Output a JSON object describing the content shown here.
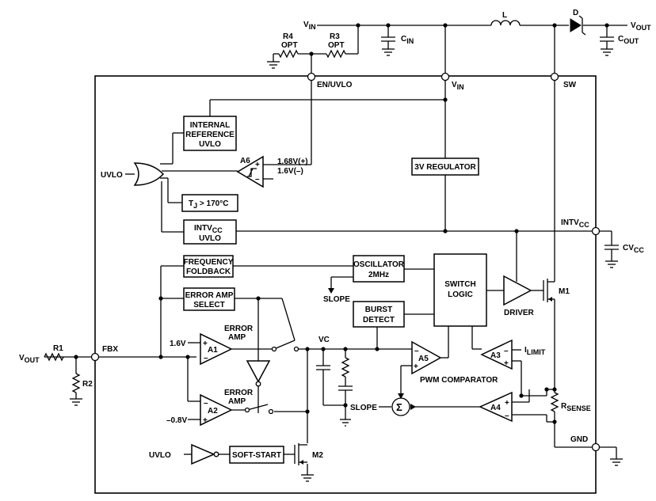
{
  "top": {
    "vin": "V",
    "vin_sub": "IN",
    "inductor": "L",
    "diode": "D",
    "vout": "V",
    "vout_sub": "OUT",
    "cin": "C",
    "cin_sub": "IN",
    "cout": "C",
    "cout_sub": "OUT",
    "r4": "R4",
    "r4_opt": "OPT",
    "r3": "R3",
    "r3_opt": "OPT"
  },
  "pins": {
    "en_uvlo": "EN/UVLO",
    "vin": "V",
    "vin_sub": "IN",
    "sw": "SW",
    "intvcc": "INTV",
    "intvcc_sub": "CC",
    "cvcc": "CV",
    "cvcc_sub": "CC",
    "fbx": "FBX",
    "gnd": "GND"
  },
  "blocks": {
    "internal_ref": [
      "INTERNAL",
      "REFERENCE",
      "UVLO"
    ],
    "tj": "T",
    "tj_sub": "J",
    "tj_rest": " > 170°C",
    "intvcc_uvlo": "INTV",
    "intvcc_uvlo_sub": "CC",
    "intvcc_uvlo_line2": "UVLO",
    "regulator": "3V REGULATOR",
    "freq_foldback": [
      "FREQUENCY",
      "FOLDBACK"
    ],
    "error_amp_select": [
      "ERROR AMP",
      "SELECT"
    ],
    "oscillator": [
      "OSCILLATOR",
      "2MHz"
    ],
    "burst_detect": [
      "BURST",
      "DETECT"
    ],
    "switch_logic": [
      "SWITCH",
      "LOGIC"
    ],
    "soft_start": "SOFT-START"
  },
  "labels": {
    "uvlo_left": "UVLO",
    "a6": "A6",
    "thresh_plus": "1.68V(+)",
    "thresh_minus": "1.6V(–)",
    "slope_osc": "SLOPE",
    "driver": "DRIVER",
    "m1": "M1",
    "m2": "M2",
    "error_amp_1": [
      "ERROR",
      "AMP"
    ],
    "a1": "A1",
    "ref_1v6": "1.6V",
    "error_amp_2": [
      "ERROR",
      "AMP"
    ],
    "a2": "A2",
    "ref_neg0v8": "–0.8V",
    "vc": "VC",
    "slope_sum": "SLOPE",
    "sigma": "Σ",
    "a5": "A5",
    "pwm_comparator": "PWM COMPARATOR",
    "a3": "A3",
    "ilimit": "I",
    "ilimit_sub": "LIMIT",
    "a4": "A4",
    "rsense": "R",
    "rsense_sub": "SENSE",
    "uvlo_bottom": "UVLO",
    "vout_left": "V",
    "vout_left_sub": "OUT",
    "r1": "R1",
    "r2": "R2",
    "plus": "+",
    "minus": "–"
  }
}
